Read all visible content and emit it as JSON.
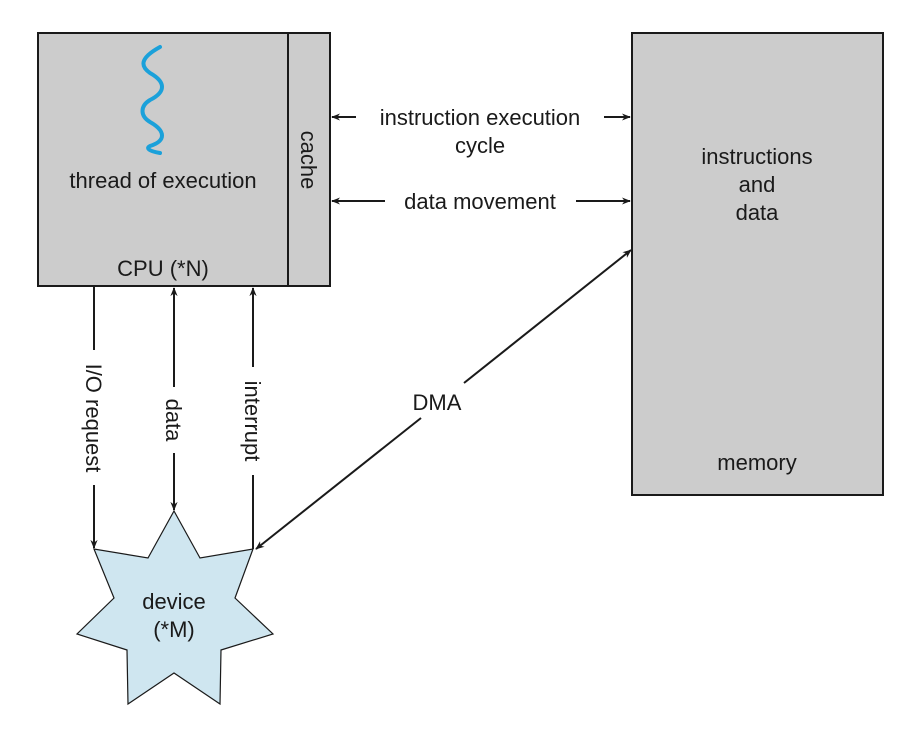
{
  "diagram": {
    "cpu": {
      "label": "CPU (*N)",
      "thread_label": "thread of execution",
      "cache_label": "cache",
      "fill": "#cccccc"
    },
    "memory": {
      "content_line1": "instructions",
      "content_line2": "and",
      "content_line3": "data",
      "label": "memory",
      "fill": "#cccccc"
    },
    "device": {
      "line1": "device",
      "line2": "(*M)",
      "fill": "#cfe6f0"
    },
    "thread_color": "#1ba1da",
    "connections": {
      "instruction_cycle_line1": "instruction execution",
      "instruction_cycle_line2": "cycle",
      "data_movement": "data movement",
      "io_request": "I/O request",
      "data": "data",
      "interrupt": "interrupt",
      "dma": "DMA"
    }
  }
}
